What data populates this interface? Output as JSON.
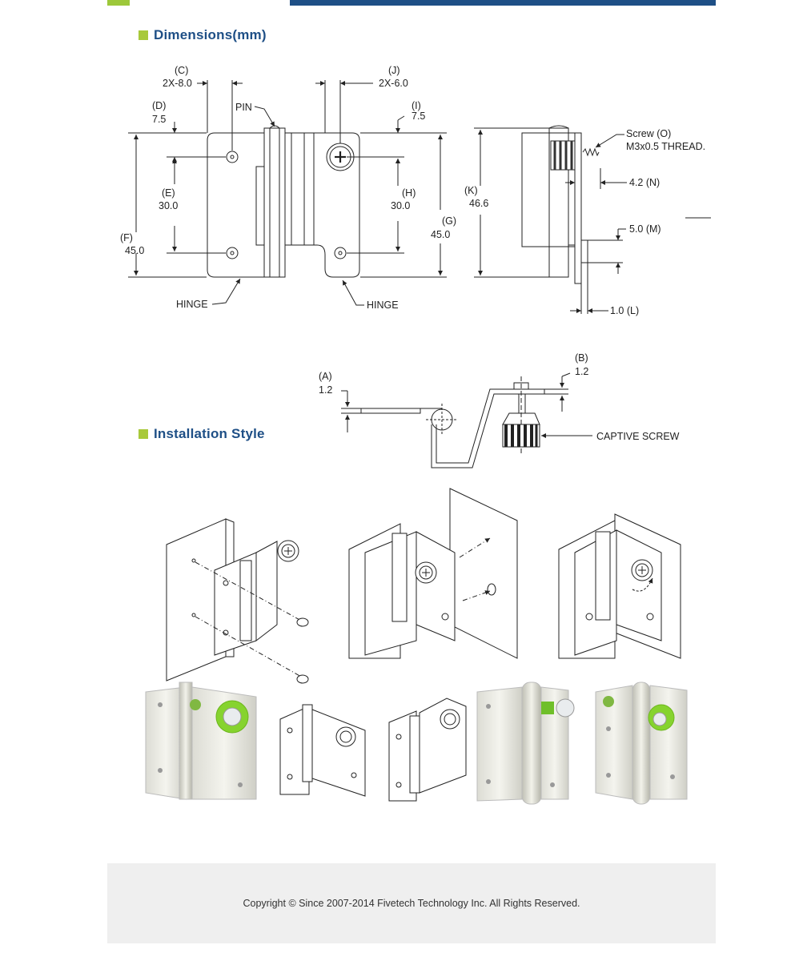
{
  "sections": {
    "dimensions": "Dimensions(mm)",
    "installation": "Installation Style"
  },
  "drawing": {
    "c_tag": "(C)",
    "c_val": "2X-8.0",
    "j_tag": "(J)",
    "j_val": "2X-6.0",
    "d_tag": "(D)",
    "d_val": "7.5",
    "i_tag": "(I)",
    "i_val": "7.5",
    "pin": "PIN",
    "e_tag": "(E)",
    "e_val": "30.0",
    "h_tag": "(H)",
    "h_val": "30.0",
    "f_tag": "(F)",
    "f_val": "45.0",
    "g_tag": "(G)",
    "g_val": "45.0",
    "hinge_left": "HINGE",
    "hinge_right": "HINGE",
    "k_tag": "(K)",
    "k_val": "46.6",
    "screw_o": "Screw (O)",
    "thread": "M3x0.5 THREAD.",
    "n_label": "4.2 (N)",
    "m_label": "5.0 (M)",
    "l_label": "1.0 (L)",
    "a_tag": "(A)",
    "a_val": "1.2",
    "b_tag": "(B)",
    "b_val": "1.2",
    "captive": "CAPTIVE SCREW"
  },
  "footer": {
    "copyright": "Copyright © Since 2007-2014 Fivetech Technology Inc. All Rights Reserved."
  }
}
